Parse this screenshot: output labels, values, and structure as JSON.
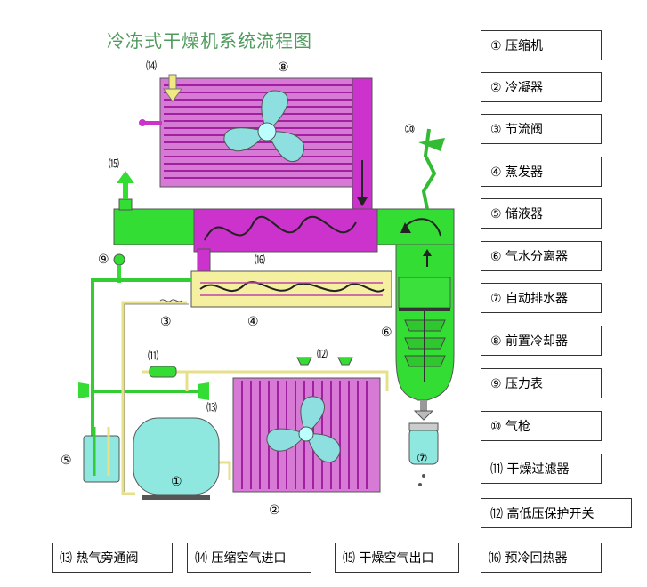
{
  "title": "冷冻式干燥机系统流程图",
  "legend": [
    "① 压缩机",
    "② 冷凝器",
    "③ 节流阀",
    "④ 蒸发器",
    "⑤ 储液器",
    "⑥ 气水分离器",
    "⑦ 自动排水器",
    "⑧ 前置冷却器",
    "⑨ 压力表",
    "⑩ 气枪",
    "⑾ 干燥过滤器",
    "⑿ 高低压保护开关"
  ],
  "bottom_legend": [
    "⒀ 热气旁通阀",
    "⒁ 压缩空气进口",
    "⒂ 干燥空气出口",
    "⒃ 预冷回热器"
  ],
  "callouts": {
    "c1": "①",
    "c2": "②",
    "c3": "③",
    "c4": "④",
    "c5": "⑤",
    "c6": "⑥",
    "c7": "⑦",
    "c8": "⑧",
    "c9": "⑨",
    "c10": "⑩",
    "c11": "⑾",
    "c12": "⑿",
    "c13": "⒀",
    "c14": "⒁",
    "c15": "⒂",
    "c16": "⒃"
  },
  "colors": {
    "magenta": "#cc33cc",
    "green": "#33dd33",
    "pipe_yellow": "#e6e08a",
    "fan_blue": "#7ee0e0",
    "compressor": "#8ee8e0"
  }
}
